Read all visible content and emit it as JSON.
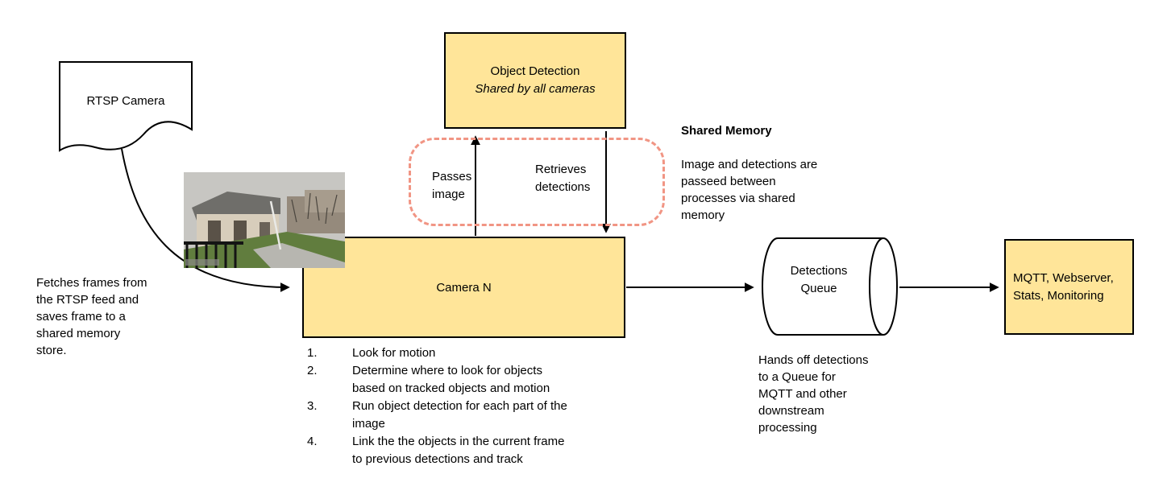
{
  "diagram": {
    "rtsp": {
      "label": "RTSP Camera"
    },
    "object_detection": {
      "title": "Object Detection",
      "subtitle": "Shared by all cameras"
    },
    "shared_memory": {
      "title": "Shared Memory",
      "body": "Image and detections are\npasseed between\nprocesses via shared\nmemory"
    },
    "passes_image_label": "Passes\nimage",
    "retrieves_detections_label": "Retrieves\ndetections",
    "camera": {
      "label": "Camera N"
    },
    "fetch_note": "Fetches frames from\nthe RTSP feed and\nsaves frame to a\nshared memory\nstore.",
    "steps": [
      {
        "num": "1.",
        "text": "Look for motion"
      },
      {
        "num": "2.",
        "text": "Determine where to look for objects\nbased on tracked objects and motion"
      },
      {
        "num": "3.",
        "text": "Run object detection for each part of the\nimage"
      },
      {
        "num": "4.",
        "text": "Link the the objects in the current frame\nto previous detections and track"
      }
    ],
    "queue": {
      "label": "Detections\nQueue",
      "note": "Hands off detections\nto a Queue for\nMQTT and other\ndownstream\nprocessing"
    },
    "mqtt": {
      "label": "MQTT, Webserver,\nStats, Monitoring"
    },
    "colors": {
      "box_fill": "#ffe599",
      "box_border": "#000000",
      "dashed_region": "#f19584",
      "arrow": "#000000"
    }
  }
}
